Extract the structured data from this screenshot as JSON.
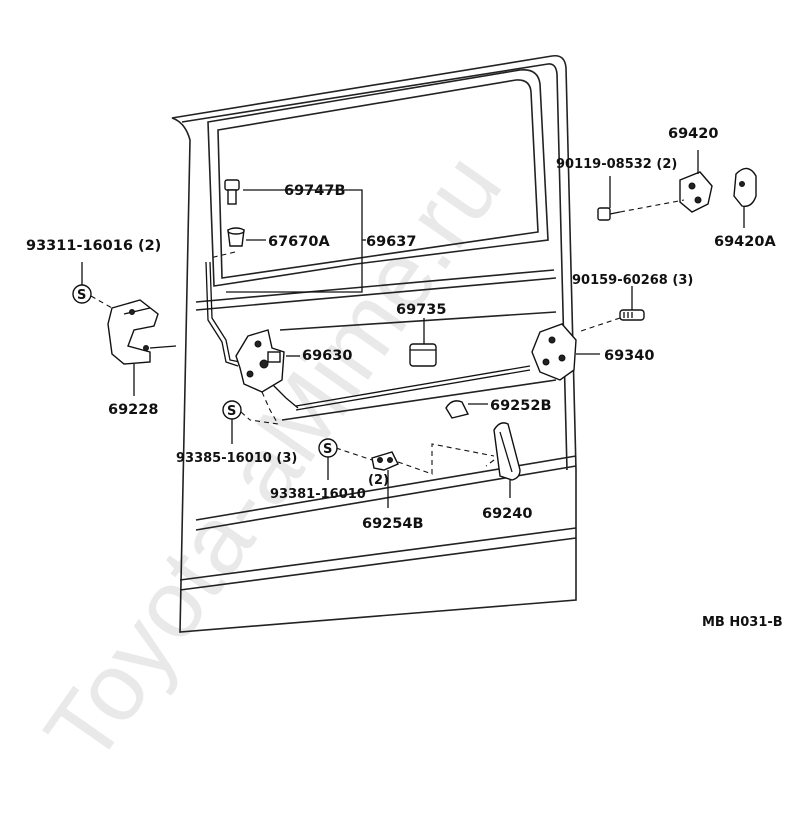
{
  "watermark": "Toyota-aMime.ru",
  "drawing_code": "MB H031-B",
  "labels": {
    "p69747B": "69747B",
    "p67670A": "67670A",
    "p69637": "69637",
    "p93311": "93311-16016 (2)",
    "p69228": "69228",
    "p69630": "69630",
    "p69735": "69735",
    "p90159": "90159-60268 (3)",
    "p69340": "69340",
    "p69252B": "69252B",
    "p93385": "93385-16010 (3)",
    "p93381": "93381-16010",
    "p93381qty": "(2)",
    "p69254B": "69254B",
    "p69240": "69240",
    "p69420": "69420",
    "p90119": "90119-08532 (2)",
    "p69420A": "69420A"
  },
  "symbols": {
    "s": "S"
  }
}
